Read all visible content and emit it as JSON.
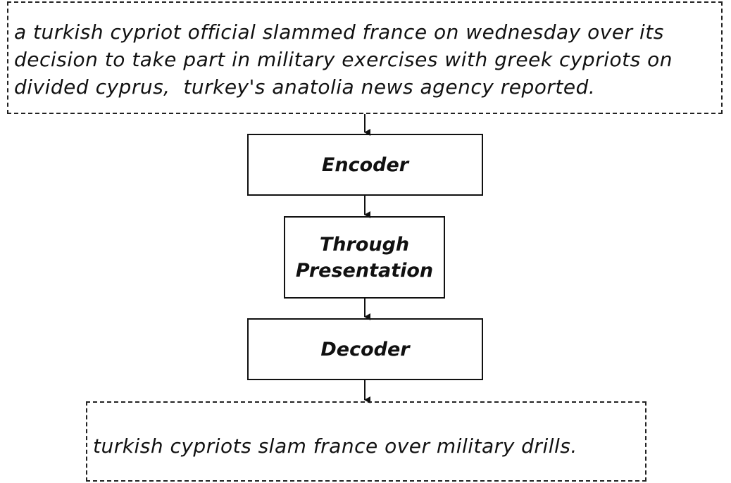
{
  "diagram": {
    "input_text": "a turkish cypriot official slammed france on wednesday over its decision to take part in military exercises with greek cypriots on divided cyprus,  turkey's anatolia news agency reported.",
    "encoder_label": "Encoder",
    "through_label_line1": "Through",
    "through_label_line2": "Presentation",
    "decoder_label": "Decoder",
    "output_text": "turkish cypriots slam france over military drills."
  }
}
